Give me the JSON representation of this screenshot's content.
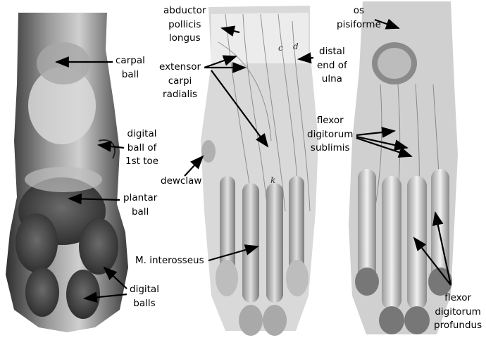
{
  "labels": {
    "carpal_ball": [
      "carpal",
      "ball"
    ],
    "digital_ball_1st_toe": [
      "digital",
      "ball of",
      "1st toe"
    ],
    "plantar_ball": [
      "plantar",
      "ball"
    ],
    "digital_balls": [
      "digital",
      "balls"
    ],
    "abductor_pollicis_longus": [
      "abductor",
      "pollicis",
      "longus"
    ],
    "extensor_carpi_radialis": [
      "extensor",
      "carpi",
      "radialis"
    ],
    "dewclaw": "dewclaw",
    "m_interosseus": "M. interosseus",
    "os_pisiforme": [
      "os",
      "pisiforme"
    ],
    "distal_end_of_ulna": [
      "distal",
      "end of",
      "ulna"
    ],
    "flexor_digitorum_sublimis": [
      "flexor",
      "digitorum",
      "sublimis"
    ],
    "flexor_digitorum_profundus": [
      "flexor",
      "digitorum",
      "profundus"
    ]
  },
  "figure_letters": {
    "c": "c",
    "d": "d",
    "k": "k"
  },
  "colors": {
    "fur_dark": "#3a3a3a",
    "fur_light": "#d9d9d9",
    "muscle": "#c8c8c8",
    "tendon": "#e6e6e6",
    "outline": "#4a4a4a"
  }
}
